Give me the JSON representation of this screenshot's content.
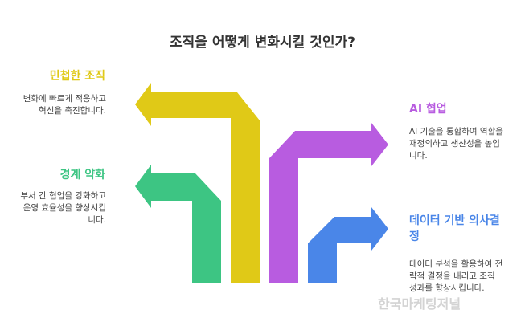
{
  "title": "조직을 어떻게 변화시킬 것인가?",
  "items": [
    {
      "heading": "민첩한 조직",
      "desc": "변화에 빠르게 적응하고 혁신을 촉진합니다.",
      "color": "#E0C917"
    },
    {
      "heading": "경계 약화",
      "desc": "부서 간 협업을 강화하고 운영 효율성을 향상시킵니다.",
      "color": "#3DC583"
    },
    {
      "heading": "AI 협업",
      "desc": "AI 기술을 통합하여 역할을 재정의하고 생산성을 높입니다.",
      "color": "#B85CE0"
    },
    {
      "heading": "데이터 기반 의사결정",
      "desc": "데이터 분석을 활용하여 전략적 결정을 내리고 조직 성과를 향상시킵니다.",
      "color": "#4A86E8"
    }
  ],
  "watermark": "한국마케팅저널"
}
